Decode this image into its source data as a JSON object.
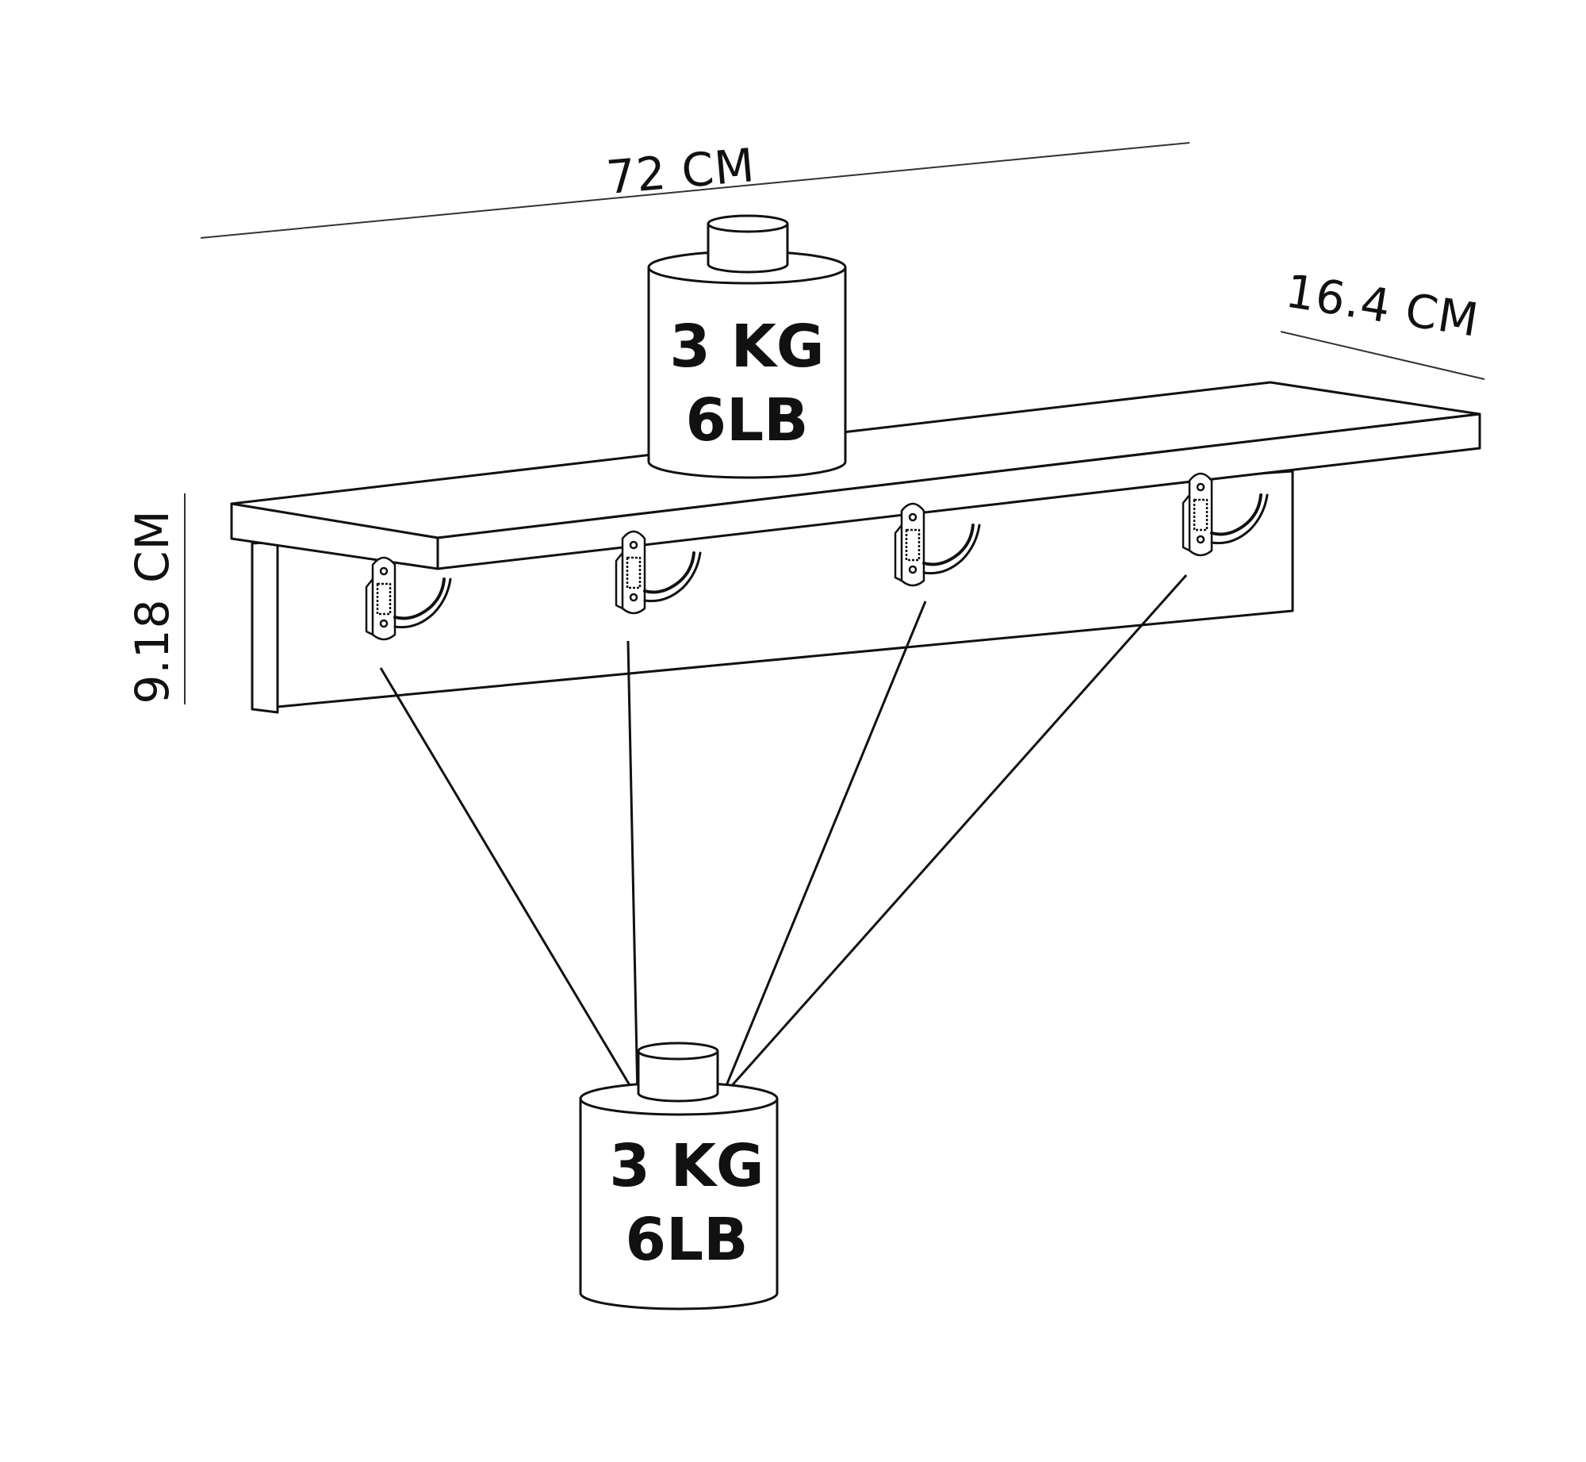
{
  "dimensions": {
    "width_label": "72 CM",
    "depth_label": "16.4 CM",
    "height_label": "9.18 CM"
  },
  "shelf_weight": {
    "kg": "3 KG",
    "lb": "6LB"
  },
  "hanging_weight": {
    "kg": "3 KG",
    "lb": "6LB"
  },
  "hooks": [
    "hook-1",
    "hook-2",
    "hook-3",
    "hook-4"
  ],
  "colors": {
    "line": "#111111",
    "background": "#ffffff"
  }
}
